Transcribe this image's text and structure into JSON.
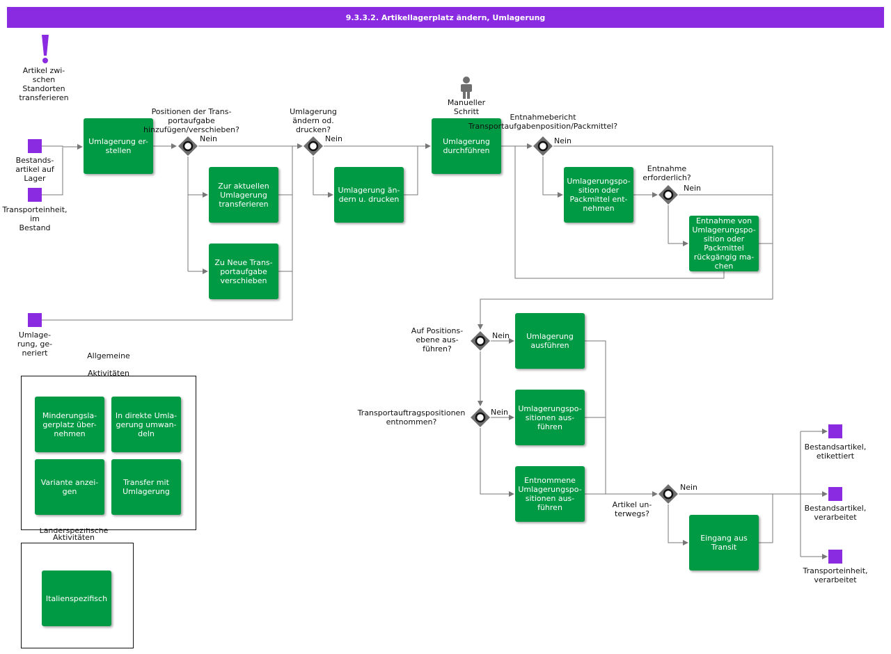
{
  "title": "9.3.3.2. Artikellagerplatz ändern, Umlagerung",
  "start": {
    "label": "Artikel zwischen Standorten transferieren",
    "label_lines": [
      "Artikel    zwi-",
      "schen",
      "Standorten",
      "transferieren"
    ]
  },
  "manual": {
    "label_lines": [
      "Manueller",
      "Schritt"
    ]
  },
  "events": {
    "bestand": {
      "lines": [
        "Bestands-",
        "artikel auf",
        "Lager"
      ]
    },
    "transport": {
      "lines": [
        "Transporteinheit,",
        "im",
        "Bestand"
      ]
    },
    "umlag_gen": {
      "lines": [
        "Umlage-",
        "rung, ge-",
        "neriert"
      ]
    },
    "end1": {
      "lines": [
        "Bestandsartikel,",
        "etikettiert"
      ]
    },
    "end2": {
      "lines": [
        "Bestandsartikel,",
        "verarbeitet"
      ]
    },
    "end3": {
      "lines": [
        "Transporteinheit,",
        "verarbeitet"
      ]
    }
  },
  "tasks": {
    "erstellen": {
      "lines": [
        "Umlagerung er-",
        "stellen"
      ]
    },
    "zur_aktuellen": {
      "lines": [
        "Zur aktuellen",
        "Umlagerung",
        "transferieren"
      ]
    },
    "zu_neue": {
      "lines": [
        "Zu Neue Trans-",
        "portaufgabe",
        "verschieben"
      ]
    },
    "aendern_drucken": {
      "lines": [
        "Umlagerung än-",
        "dern u. drucken"
      ]
    },
    "durchfuehren": {
      "lines": [
        "Umlagerung",
        "durchführen"
      ]
    },
    "entnehmen": {
      "lines": [
        "Umlagerungspo-",
        "sition    oder",
        "Packmittel    ent-",
        "nehmen"
      ]
    },
    "entnahme_rueck": {
      "lines": [
        "Entnahme von",
        "Umlagerungspo-",
        "sition    oder",
        "Packmittel",
        "rückgängig ma-",
        "chen"
      ]
    },
    "ausfuehren": {
      "lines": [
        "Umlagerung",
        "ausführen"
      ]
    },
    "pos_ausfuehren": {
      "lines": [
        "Umlagerungspo-",
        "sitionen    aus-",
        "führen"
      ]
    },
    "entnommene": {
      "lines": [
        "Entnommene",
        "Umlagerungspo-",
        "sitionen    aus-",
        "führen"
      ]
    },
    "eingang_transit": {
      "lines": [
        "Eingang aus",
        "Transit"
      ]
    },
    "minderung": {
      "lines": [
        "Minderungsla-",
        "gerplatz   über-",
        "nehmen"
      ]
    },
    "direkte": {
      "lines": [
        "In direkte Umla-",
        "gerung umwan-",
        "deln"
      ]
    },
    "variante": {
      "lines": [
        "Variante anzei-",
        "gen"
      ]
    },
    "transfer_mit": {
      "lines": [
        "Transfer mit",
        "Umlagerung"
      ]
    },
    "italien": {
      "lines": [
        "Italienspezifisch"
      ]
    }
  },
  "gateways": {
    "g1": {
      "lines": [
        "Positionen der    Trans-",
        "portaufgabe",
        "hinzufügen/verschieben?"
      ],
      "no": "Nein"
    },
    "g2": {
      "lines": [
        "Umlagerung",
        "ändern od.",
        "drucken?"
      ],
      "no": "Nein"
    },
    "g3": {
      "lines": [
        "Entnahmebericht",
        "Transportaufgabenposition/Packmittel?"
      ],
      "no": "Nein"
    },
    "g4": {
      "lines": [
        "Entnahme",
        "erforderlich?"
      ],
      "no": "Nein"
    },
    "g5": {
      "lines": [
        "Auf    Positions-",
        "ebene    aus-",
        "führen?"
      ],
      "no": "Nein"
    },
    "g6": {
      "lines": [
        "Transportauftragspositionen",
        "entnommen?"
      ],
      "no": "Nein"
    },
    "g7": {
      "lines": [
        "Artikel   un-",
        "terwegs?"
      ],
      "no": "Nein"
    }
  },
  "frames": {
    "allgemeine": {
      "label_lines": [
        "Allgemeine",
        "Aktivitäten"
      ]
    },
    "laender": {
      "label_lines": [
        "Länderspezifische",
        "Aktivitäten"
      ]
    }
  },
  "colors": {
    "accent": "#8a2be2",
    "task": "#009944",
    "gateway": "#6e6e6e",
    "line": "#777777"
  }
}
